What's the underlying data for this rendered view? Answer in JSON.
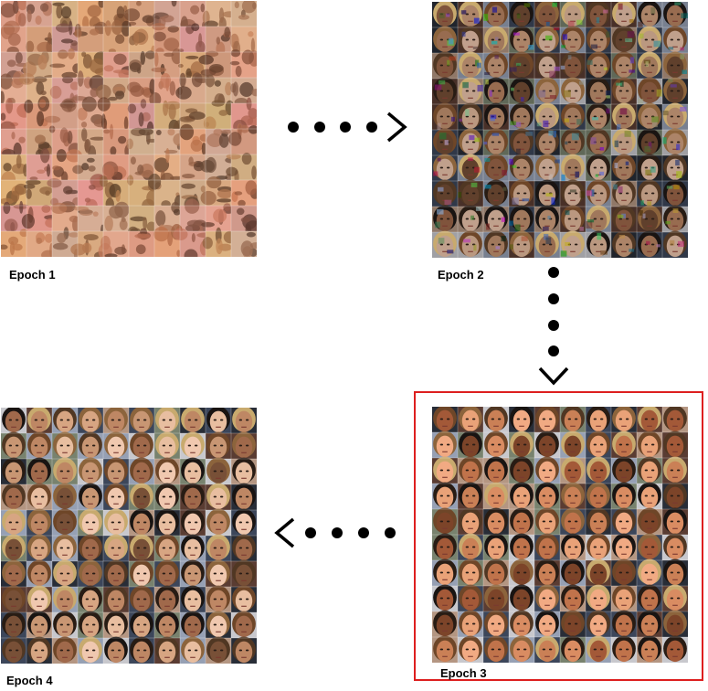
{
  "panels": [
    {
      "id": "epoch1",
      "caption": "Epoch 1",
      "grid_size": 10,
      "quality": "noise",
      "dominant_color": "#c99270"
    },
    {
      "id": "epoch2",
      "caption": "Epoch 2",
      "grid_size": 10,
      "quality": "rough faces",
      "dominant_color": "#6b4a38"
    },
    {
      "id": "epoch3",
      "caption": "Epoch 3",
      "grid_size": 10,
      "quality": "clear faces",
      "dominant_color": "#b06a48",
      "highlighted": true
    },
    {
      "id": "epoch4",
      "caption": "Epoch 4",
      "grid_size": 10,
      "quality": "varied faces",
      "dominant_color": "#8a6a55"
    }
  ],
  "arrows": [
    {
      "from": "epoch1",
      "to": "epoch2",
      "direction": "right",
      "dots": 4
    },
    {
      "from": "epoch2",
      "to": "epoch3",
      "direction": "down",
      "dots": 4
    },
    {
      "from": "epoch3",
      "to": "epoch4",
      "direction": "left",
      "dots": 4
    }
  ],
  "colors": {
    "highlight_border": "#dd1f1f",
    "arrow": "#000000",
    "caption_text": "#000000"
  }
}
